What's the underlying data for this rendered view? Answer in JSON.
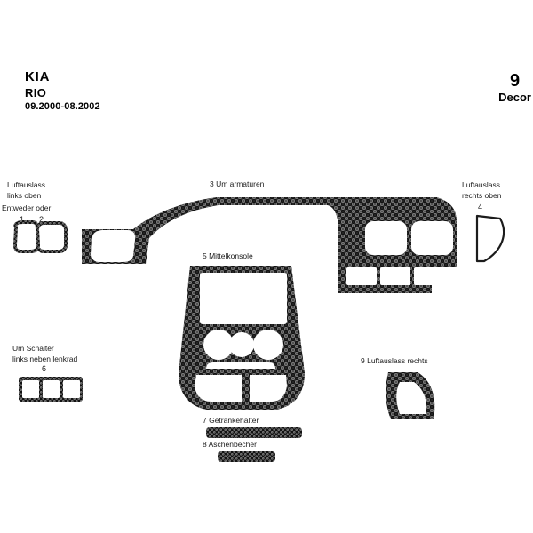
{
  "header": {
    "make": "KIA",
    "model": "RIO",
    "period": "09.2000-08.2002",
    "decor_count": "9",
    "decor_word": "Decor"
  },
  "parts": [
    {
      "id": "1",
      "number": "1",
      "name": "air-vent-left-upper-variant-a",
      "label": "Luftauslass\nlinks  oben",
      "label_line1": "Luftauslass",
      "label_line2": "links  oben",
      "alt_label": "Entweder  oder"
    },
    {
      "id": "2",
      "number": "2",
      "name": "air-vent-left-upper-variant-b"
    },
    {
      "id": "3",
      "number": "3",
      "label": "3  Um armaturen",
      "name": "instrument-cluster-surround"
    },
    {
      "id": "4",
      "number": "4",
      "label_line1": "Luftauslass",
      "label_line2": "rechts oben",
      "name": "air-vent-right-upper"
    },
    {
      "id": "5",
      "number": "5",
      "label": "5  Mittelkonsole",
      "name": "center-console"
    },
    {
      "id": "6",
      "number": "6",
      "label_line1": "Um Schalter",
      "label_line2": "links neben lenkrad",
      "name": "switch-panel-left-of-steering-wheel"
    },
    {
      "id": "7",
      "number": "7",
      "label": "7  Getrankehalter",
      "name": "cup-holder-trim"
    },
    {
      "id": "8",
      "number": "8",
      "label": "8  Aschenbecher",
      "name": "ashtray-trim"
    },
    {
      "id": "9",
      "number": "9",
      "label": "9  Luftauslass rechts",
      "name": "air-vent-right"
    }
  ],
  "labels": {
    "vent_left_upper_l1": "Luftauslass",
    "vent_left_upper_l2": "links  oben",
    "either_or": "Entweder  oder",
    "num_1": "1",
    "num_2": "2",
    "instruments": "3  Um armaturen",
    "center_console": "5  Mittelkonsole",
    "vent_right_upper_l1": "Luftauslass",
    "vent_right_upper_l2": "rechts oben",
    "num_4": "4",
    "switch_l1": "Um Schalter",
    "switch_l2": "links neben lenkrad",
    "num_6": "6",
    "cup_holder": "7  Getrankehalter",
    "ashtray": "8  Aschenbecher",
    "vent_right": "9  Luftauslass rechts"
  },
  "colors": {
    "background": "#ffffff",
    "text": "#000000",
    "carbon_dark": "#111111",
    "carbon_light": "#8a8a8a",
    "outline": "#1a1a1a"
  }
}
